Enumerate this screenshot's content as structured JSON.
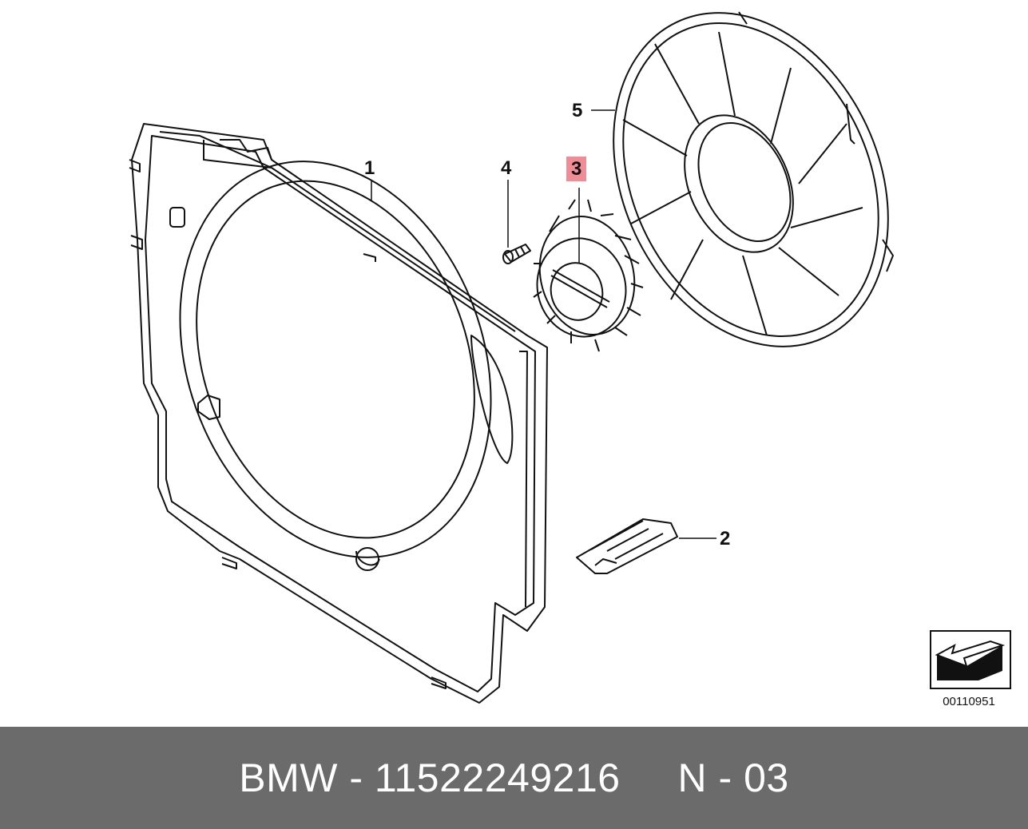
{
  "callouts": {
    "part_1": "1",
    "part_2": "2",
    "part_3": "3",
    "part_4": "4",
    "part_5": "5"
  },
  "highlighted_part": "3",
  "highlight_color": "#f08c96",
  "reference_code": "00110951",
  "footer": {
    "text": "BMW - 11522249216     N - 03",
    "background": "#6b6b6b",
    "color": "#ffffff"
  },
  "icons": {
    "orientation": "arrow-direction-icon"
  }
}
